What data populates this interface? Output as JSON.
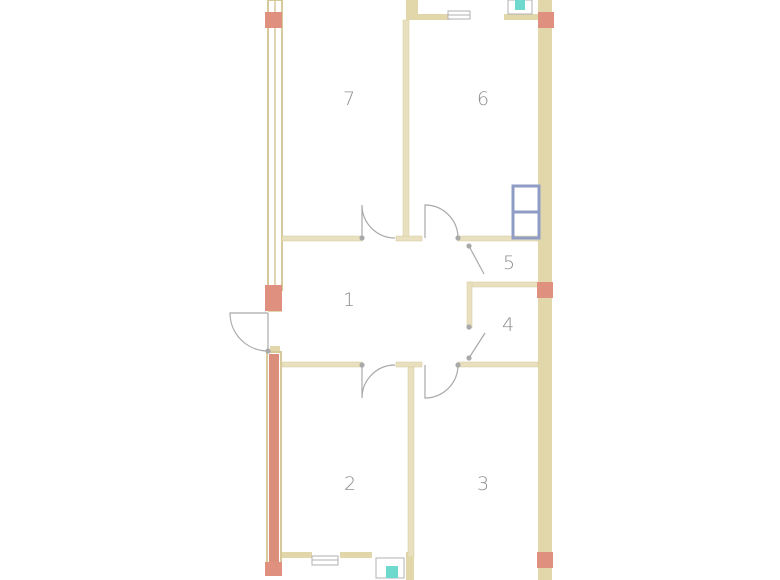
{
  "colors": {
    "background": "#ffffff",
    "wall_fill": "#e2d7ab",
    "wall_stroke": "#d6c99a",
    "partition_fill": "#e9e0bf",
    "column": "#e0907e",
    "balcony": "#db8f7b",
    "door_arc": "#a9a9a9",
    "window_glass": "#6ed9cc",
    "window_frame": "#b0b0b0",
    "ventilation": "#8f9dc6",
    "label": "#8e8e8e"
  },
  "rooms": [
    {
      "id": "room-1",
      "label": "1"
    },
    {
      "id": "room-2",
      "label": "2"
    },
    {
      "id": "room-3",
      "label": "3"
    },
    {
      "id": "room-4",
      "label": "4"
    },
    {
      "id": "room-5",
      "label": "5"
    },
    {
      "id": "room-6",
      "label": "6"
    },
    {
      "id": "room-7",
      "label": "7"
    }
  ]
}
